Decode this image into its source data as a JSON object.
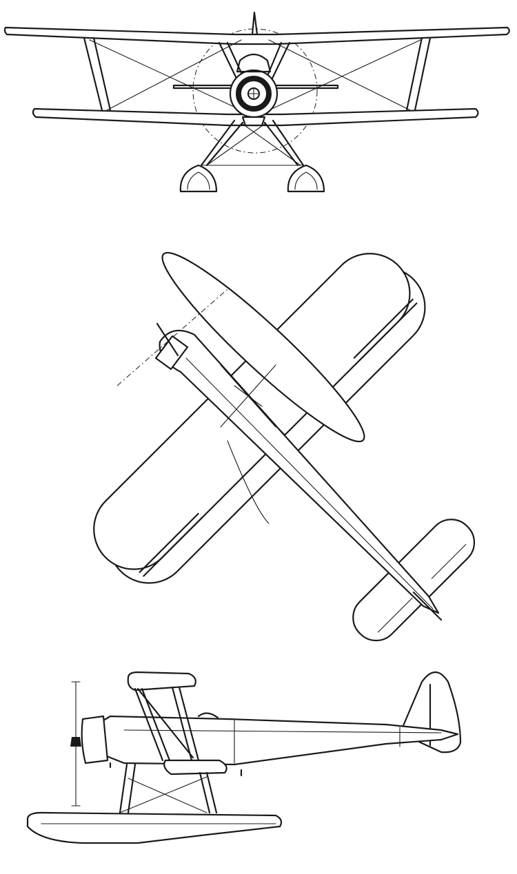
{
  "drawing": {
    "subject": "biplane-floatplane",
    "views": [
      "front-view",
      "top-view",
      "side-view"
    ],
    "line_color": "#1a1a1a",
    "background_color": "#ffffff"
  }
}
